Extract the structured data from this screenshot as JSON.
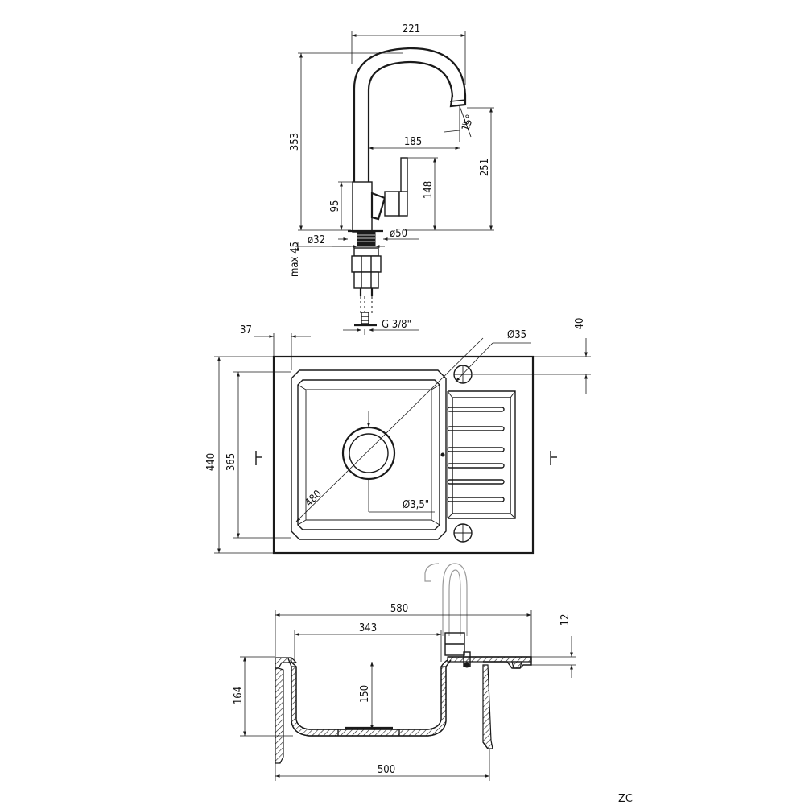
{
  "faucet": {
    "dim_width": "221",
    "dim_height_total": "353",
    "dim_spout_reach": "185",
    "dim_spout_height": "251",
    "dim_lever_height": "148",
    "dim_body_height": "95",
    "dim_angle": "15°",
    "dim_base_dia": "ø50",
    "dim_shank_dia": "ø32",
    "dim_max_thickness": "max 45",
    "dim_thread": "G 3/8\""
  },
  "sink_top": {
    "dim_edge_offset": "37",
    "dim_hole_offset": "40",
    "dim_hole_dia": "Ø35",
    "dim_outer_height": "440",
    "dim_bowl_height": "365",
    "dim_diagonal": "480",
    "dim_drain_dia": "Ø3,5\""
  },
  "sink_section": {
    "dim_total_width": "580",
    "dim_bowl_width": "343",
    "dim_rim": "12",
    "dim_total_depth": "164",
    "dim_bowl_depth": "150",
    "dim_cabinet_width": "500"
  },
  "footer": {
    "code": "ZC"
  }
}
